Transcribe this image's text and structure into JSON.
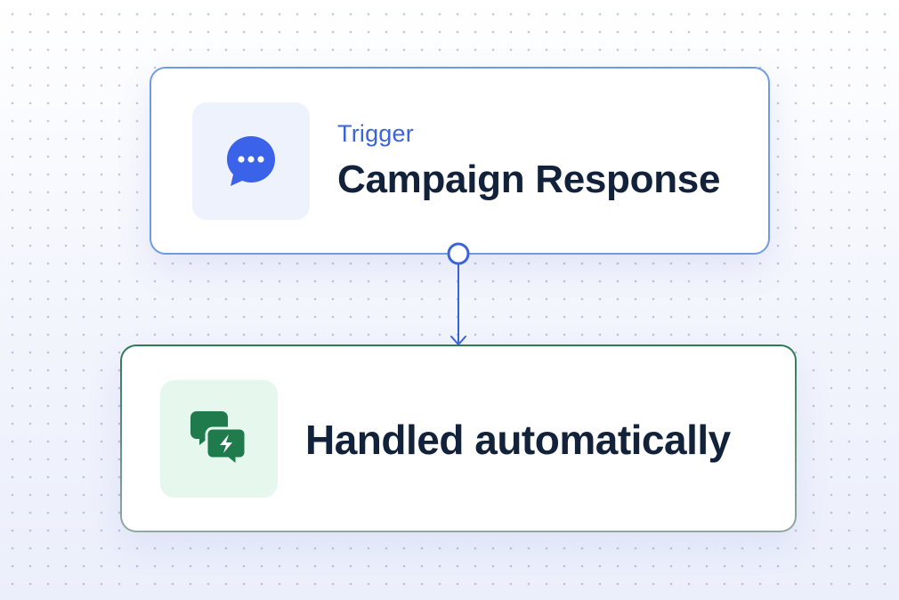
{
  "trigger": {
    "label": "Trigger",
    "title": "Campaign Response",
    "icon": "chat-bubble-ellipsis-icon",
    "accent_color": "#3b63dd",
    "border_color": "#6f9ae8",
    "tile_color": "#eef2fd"
  },
  "action": {
    "title": "Handled automatically",
    "icon": "chat-bubbles-lightning-icon",
    "accent_color": "#1f7a4c",
    "tile_color": "#e6f8ee"
  },
  "connector": {
    "color": "#3b63dd"
  }
}
